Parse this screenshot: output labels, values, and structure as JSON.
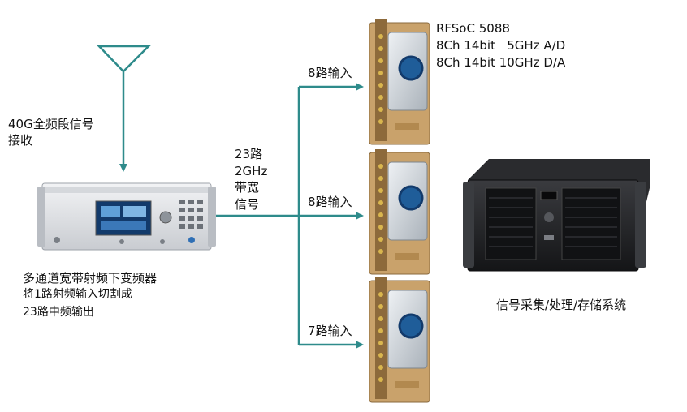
{
  "antenna": {
    "label_line1": "40G全频段信号",
    "label_line2": "接收"
  },
  "converter": {
    "title": "多通道宽带射频下变频器",
    "desc_line1": "将1路射频输入切割成",
    "desc_line2": "23路中频输出"
  },
  "link": {
    "line1": "23路",
    "line2": "2GHz",
    "line3": "带宽",
    "line4": "信号"
  },
  "board_title": {
    "line1": "RFSoC 5088",
    "line2": "8Ch 14bit   5GHz A/D",
    "line3": "8Ch 14bit 10GHz D/A"
  },
  "boards": [
    {
      "input_label": "8路输入"
    },
    {
      "input_label": "8路输入"
    },
    {
      "input_label": "7路输入"
    }
  ],
  "server": {
    "label": "信号采集/处理/存储系统"
  },
  "colors": {
    "arrow": "#2e8b8b",
    "instrument_body": "#e4e6e9",
    "board_pcb": "#c9a26b",
    "heatsink": "#d8dde2",
    "server": "#1e1f22"
  }
}
